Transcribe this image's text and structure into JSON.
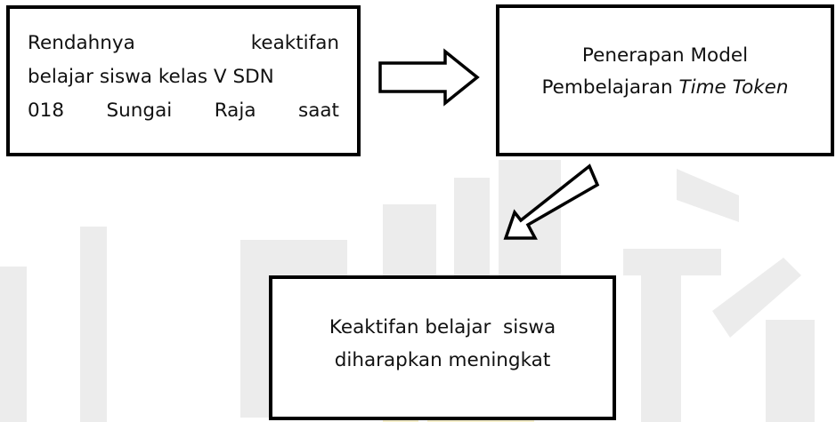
{
  "diagram": {
    "box_problem": {
      "lines": [
        [
          "Rendahnya",
          "keaktifan"
        ],
        [
          "belajar siswa kelas V SDN"
        ],
        [
          "018",
          "Sungai",
          "Raja",
          "saat"
        ]
      ]
    },
    "box_model": {
      "line1": "Penerapan Model",
      "line2_prefix": "Pembelajaran ",
      "line2_italic": "Time Token"
    },
    "box_outcome": {
      "line1": "Keaktifan belajar  siswa",
      "line2": "diharapkan meningkat"
    }
  },
  "colors": {
    "border": "#000000",
    "text": "#111111",
    "watermark_gray": "#e9e9e9",
    "watermark_gold": "#f3ecc6"
  },
  "icons": {
    "arrow_right": "hollow-arrow-right-icon",
    "arrow_down_left": "hollow-arrow-down-left-icon",
    "watermark": "university-logo-watermark"
  }
}
